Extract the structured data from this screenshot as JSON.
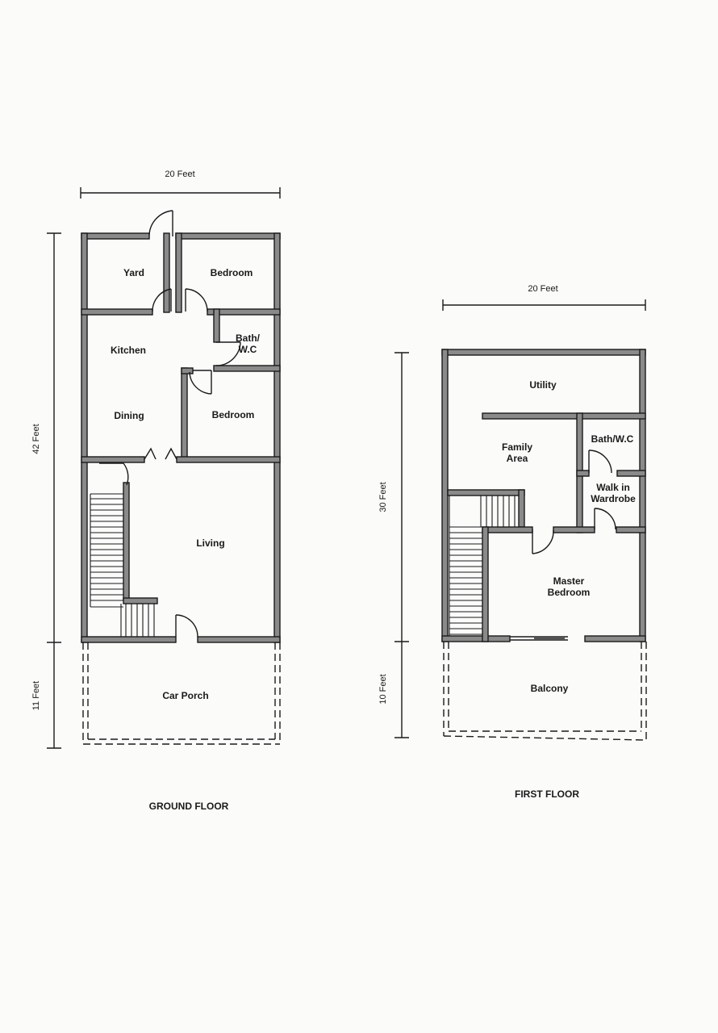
{
  "ground_floor": {
    "title": "GROUND FLOOR",
    "width_label": "20 Feet",
    "depth_label": "42 Feet",
    "porch_depth_label": "11 Feet",
    "rooms": {
      "yard": "Yard",
      "bedroom_rear": "Bedroom",
      "bath": "Bath/\nW.C",
      "kitchen": "Kitchen",
      "dining": "Dining",
      "bedroom_mid": "Bedroom",
      "living": "Living",
      "car_porch": "Car Porch"
    }
  },
  "first_floor": {
    "title": "FIRST FLOOR",
    "width_label": "20 Feet",
    "depth_label": "30 Feet",
    "balcony_depth_label": "10 Feet",
    "rooms": {
      "utility": "Utility",
      "family_area": "Family\nArea",
      "bath": "Bath/W.C",
      "walk_in_wardrobe": "Walk in\nWardrobe",
      "master_bedroom": "Master\nBedroom",
      "balcony": "Balcony"
    }
  }
}
